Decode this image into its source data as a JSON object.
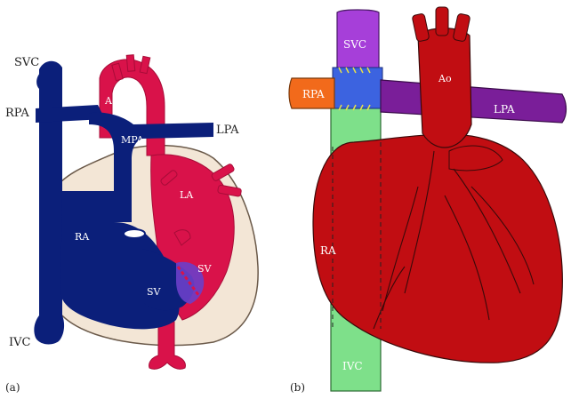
{
  "figure": {
    "panel_a": {
      "panel_label": "(a)",
      "labels": {
        "svc": "SVC",
        "rpa": "RPA",
        "ivc": "IVC",
        "ao": "Ao",
        "mpa": "MPA",
        "lpa": "LPA",
        "la": "LA",
        "ra": "RA",
        "sv_blue": "SV",
        "sv_red": "SV"
      }
    },
    "panel_b": {
      "panel_label": "(b)",
      "labels": {
        "svc": "SVC",
        "rpa": "RPA",
        "ao": "Ao",
        "lpa": "LPA",
        "ra": "RA",
        "ivc": "IVC"
      }
    },
    "colors": {
      "deoxygenated_blue": "#0b1f7a",
      "oxygenated_red": "#d9124a",
      "pericardium_cream": "#f3e6d6",
      "heart_red": "#c10d12",
      "svc_purple": "#a63fd9",
      "anastomosis_blue": "#3c63e0",
      "rpa_orange": "#f26a1b",
      "lpa_purple": "#7a1e99",
      "ivc_green": "#7ee08a"
    }
  }
}
